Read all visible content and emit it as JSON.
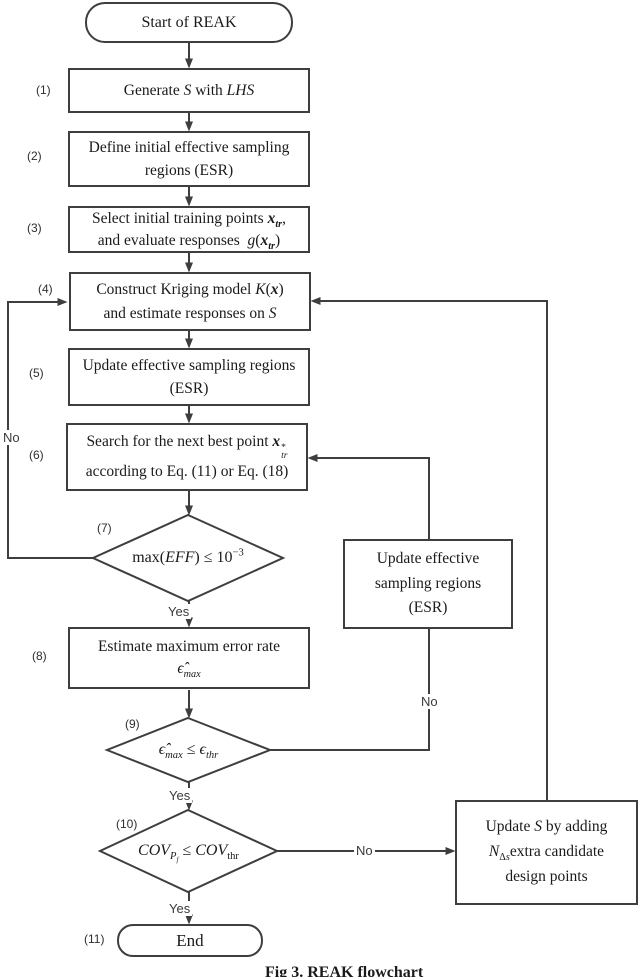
{
  "caption": "Fig 3. REAK flowchart",
  "colors": {
    "line": "#3e3e3e",
    "text": "#1a1a1a",
    "background": "#ffffff"
  },
  "edge_labels": {
    "yes": "Yes",
    "no": "No"
  },
  "nodes": {
    "start": {
      "label": "Start of REAK"
    },
    "generate_s": {
      "step": "(1)",
      "html": "Generate <i>S</i> with <i>LHS</i>"
    },
    "define_esr": {
      "step": "(2)",
      "html": "Define initial effective sampling<br>regions (ESR)"
    },
    "select_points": {
      "step": "(3)",
      "html": "Select initial training points <b><i>x<sub>tr</sub></i></b>,<br>and evaluate responses&nbsp;&nbsp;<i>g</i>(<b><i>x<sub>tr</sub></i></b>)"
    },
    "construct_kriging": {
      "step": "(4)",
      "html": "Construct Kriging model <i>K</i>(<b><i>x</i></b>)<br>and estimate responses on <i>S</i>"
    },
    "update_esr": {
      "step": "(5)",
      "html": "Update effective sampling regions<br>(ESR)"
    },
    "search_point": {
      "step": "(6)",
      "html": "Search for the next best point <b><i>x</i></b><span class=\"stk\"><span>*</span><span><i>tr</i></span></span><br>according to Eq. (11) or Eq. (18)"
    },
    "eff_decision": {
      "step": "(7)",
      "html": "max(<i>EFF</i>) &#8804; 10<sup>&#8722;3</sup>"
    },
    "estimate_error": {
      "step": "(8)",
      "html": "Estimate maximum error rate<br><i>&#1013;&#770;<sub>max</sub></i>"
    },
    "error_decision": {
      "step": "(9)",
      "html": "<i>&#1013;&#770;<sub>max</sub></i> &#8804; <i>&#1013;<sub>thr</sub></i>"
    },
    "cov_decision": {
      "step": "(10)",
      "html": "<i>COV<sub>P<sub>f</sub></sub></i> &#8804; <i>COV</i><sub>thr</sub>"
    },
    "update_esr_side": {
      "html": "Update effective<br>sampling regions<br>(ESR)"
    },
    "update_s": {
      "html": "Update <i>S</i> by adding<br><i>N</i><sub>&#916;<i>s</i></sub>extra candidate<br>design points"
    },
    "end": {
      "step": "(11)",
      "label": "End"
    }
  }
}
